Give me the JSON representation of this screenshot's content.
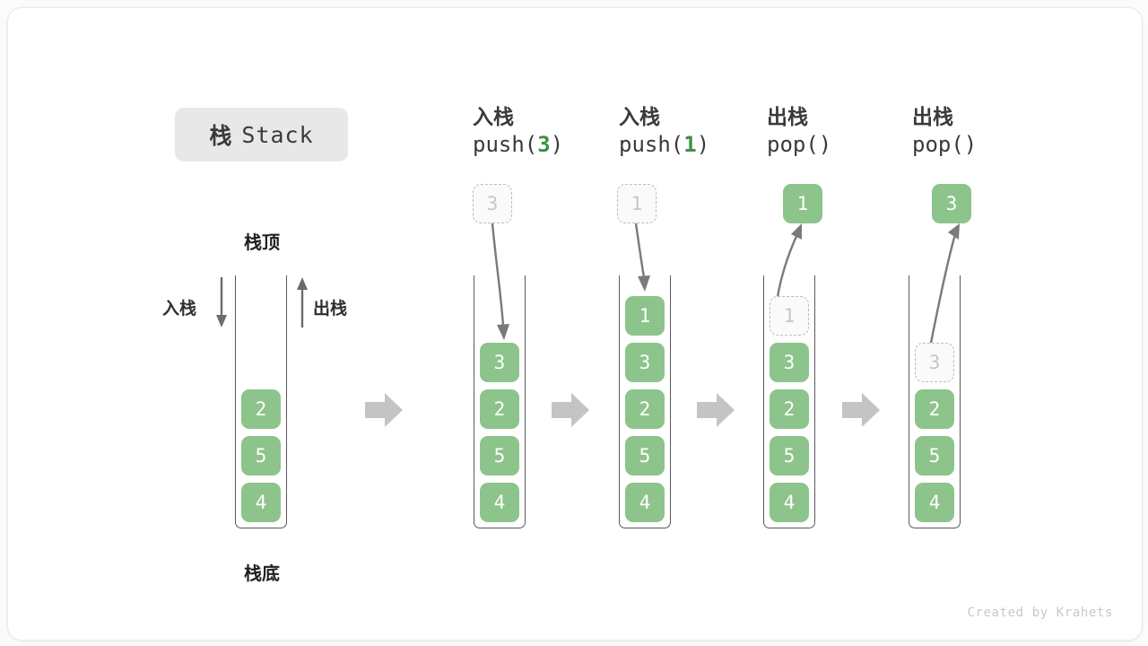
{
  "title": {
    "cn": "栈",
    "en": "Stack"
  },
  "labels": {
    "top": "栈顶",
    "bottom": "栈底",
    "push_side": "入栈",
    "pop_side": "出栈"
  },
  "footer": "Created by Krahets",
  "colors": {
    "cell_green": "#8cc48b",
    "accent_green": "#3f9142",
    "ghost_border": "#bdbdbd",
    "ghost_text": "#c6c6c6",
    "arrow_gray": "#7a7a7a",
    "block_arrow_gray": "#c4c4c4",
    "container_border": "#5a5a5a",
    "badge_bg": "#e8e8e8"
  },
  "columns": [
    {
      "id": "initial",
      "header_line1": "",
      "header_line2": "",
      "header_num": "",
      "stack": [
        "2",
        "5",
        "4"
      ],
      "ghost": null,
      "popped": null
    },
    {
      "id": "push-3",
      "header_line1": "入栈",
      "header_line2": "push(",
      "header_num": "3",
      "header_line2_end": ")",
      "stack": [
        "3",
        "2",
        "5",
        "4"
      ],
      "ghost": {
        "value": "3",
        "position": "above"
      },
      "popped": null
    },
    {
      "id": "push-1",
      "header_line1": "入栈",
      "header_line2": "push(",
      "header_num": "1",
      "header_line2_end": ")",
      "stack": [
        "1",
        "3",
        "2",
        "5",
        "4"
      ],
      "ghost": {
        "value": "1",
        "position": "above"
      },
      "popped": null
    },
    {
      "id": "pop-1",
      "header_line1": "出栈",
      "header_line2": "pop()",
      "header_num": "",
      "header_line2_end": "",
      "stack": [
        "3",
        "2",
        "5",
        "4"
      ],
      "ghost": {
        "value": "1",
        "position": "slot0"
      },
      "popped": "1"
    },
    {
      "id": "pop-3",
      "header_line1": "出栈",
      "header_line2": "pop()",
      "header_num": "",
      "header_line2_end": "",
      "stack": [
        "2",
        "5",
        "4"
      ],
      "ghost": {
        "value": "3",
        "position": "slot1"
      },
      "popped": "3"
    }
  ]
}
